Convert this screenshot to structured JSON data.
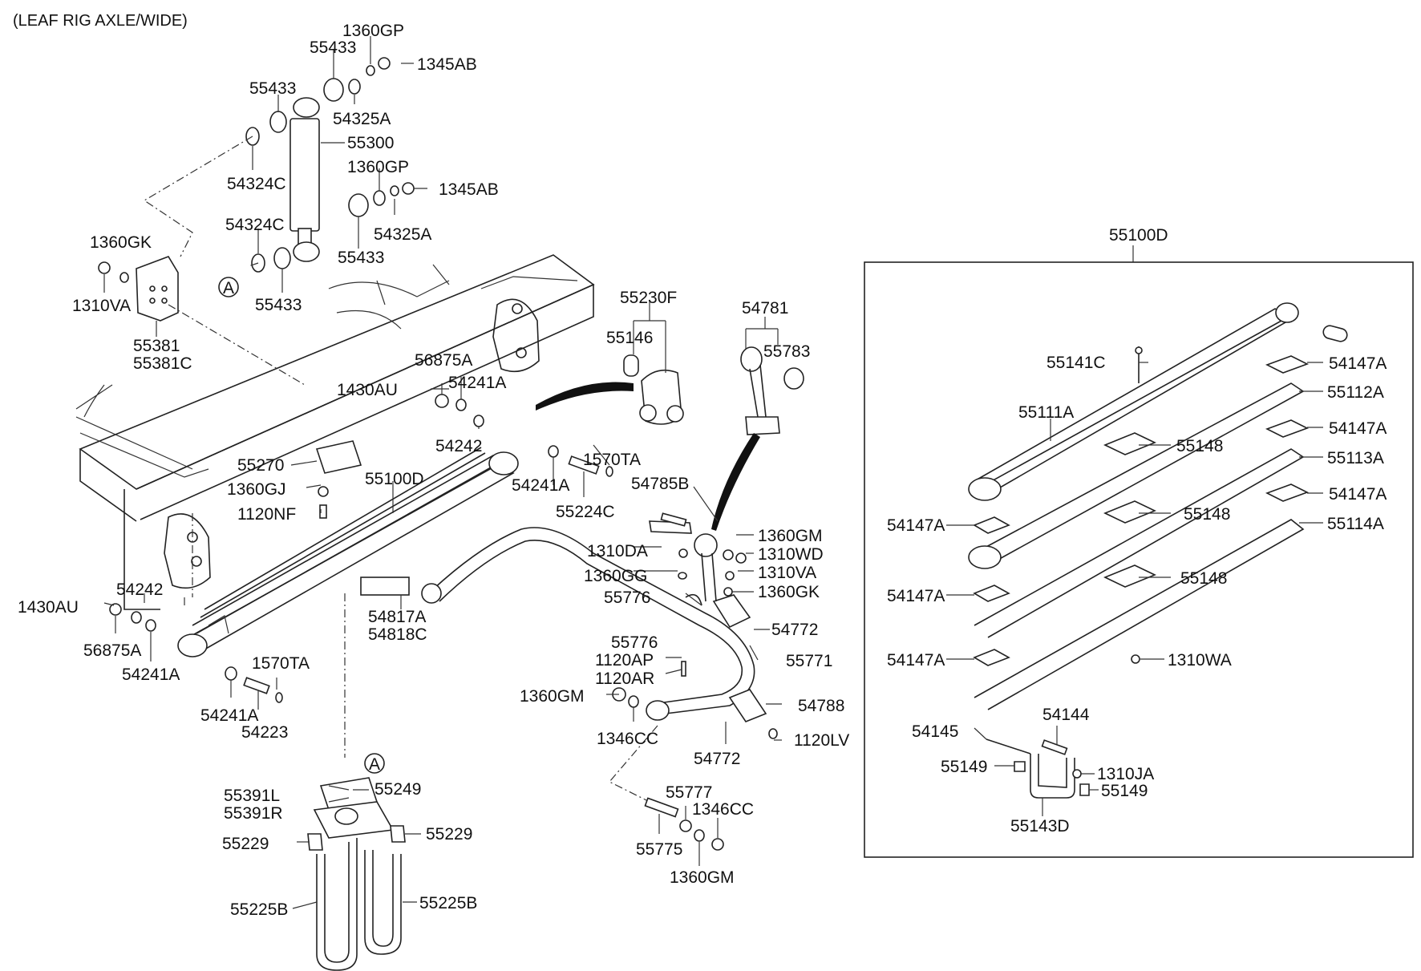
{
  "title": "(LEAF RIG AXLE/WIDE)",
  "callouts": {
    "a_top": "A",
    "a_bottom": "A"
  },
  "labels": {
    "p1360GP_1": "1360GP",
    "p1345AB_1": "1345AB",
    "p55433_1": "55433",
    "p55433_2": "55433",
    "p54325A_1": "54325A",
    "p55300": "55300",
    "p54324C_1": "54324C",
    "p1360GP_2": "1360GP",
    "p1345AB_2": "1345AB",
    "p54324C_2": "54324C",
    "p54325A_2": "54325A",
    "p55433_3": "55433",
    "p55433_4": "55433",
    "p1360GK_1": "1360GK",
    "p1310VA_1": "1310VA",
    "p55381": "55381",
    "p55381C": "55381C",
    "p55230F": "55230F",
    "p55146": "55146",
    "p54781": "54781",
    "p55783": "55783",
    "p56875A_1": "56875A",
    "p1430AU_1": "1430AU",
    "p54241A_1": "54241A",
    "p54242_1": "54242",
    "p55270": "55270",
    "p1360GJ": "1360GJ",
    "p1120NF": "1120NF",
    "p55100D_1": "55100D",
    "p1570TA_1": "1570TA",
    "p54241A_2": "54241A",
    "p55224C": "55224C",
    "p54785B": "54785B",
    "p1360GM_1": "1360GM",
    "p1310WD": "1310WD",
    "p1310DA": "1310DA",
    "p1310VA_2": "1310VA",
    "p1360GG": "1360GG",
    "p1360GK_2": "1360GK",
    "p55776_1": "55776",
    "p54772_1": "54772",
    "p55776_2": "55776",
    "p55771": "55771",
    "p1120AP": "1120AP",
    "p1120AR": "1120AR",
    "p1360GM_2": "1360GM",
    "p54788": "54788",
    "p1346CC_1": "1346CC",
    "p1120LV": "1120LV",
    "p54772_2": "54772",
    "p54242_2": "54242",
    "p1430AU_2": "1430AU",
    "p56875A_2": "56875A",
    "p54241A_3": "54241A",
    "p54817A": "54817A",
    "p54818C": "54818C",
    "p1570TA_2": "1570TA",
    "p54241A_4": "54241A",
    "p54223": "54223",
    "p55391L": "55391L",
    "p55391R": "55391R",
    "p55249": "55249",
    "p55229_1": "55229",
    "p55229_2": "55229",
    "p55225B_1": "55225B",
    "p55225B_2": "55225B",
    "p55777": "55777",
    "p1346CC_2": "1346CC",
    "p55775": "55775",
    "p1360GM_3": "1360GM",
    "p55100D_2": "55100D",
    "p55141C": "55141C",
    "p54147A_1": "54147A",
    "p55112A": "55112A",
    "p55111A": "55111A",
    "p54147A_2": "54147A",
    "p55148_1": "55148",
    "p55113A": "55113A",
    "p54147A_3": "54147A",
    "p54147A_4": "54147A",
    "p55148_2": "55148",
    "p55114A": "55114A",
    "p54147A_5": "54147A",
    "p55148_3": "55148",
    "p54147A_6": "54147A",
    "p1310WA": "1310WA",
    "p54144": "54144",
    "p54145": "54145",
    "p55149_1": "55149",
    "p1310JA": "1310JA",
    "p55149_2": "55149",
    "p55143D": "55143D"
  }
}
